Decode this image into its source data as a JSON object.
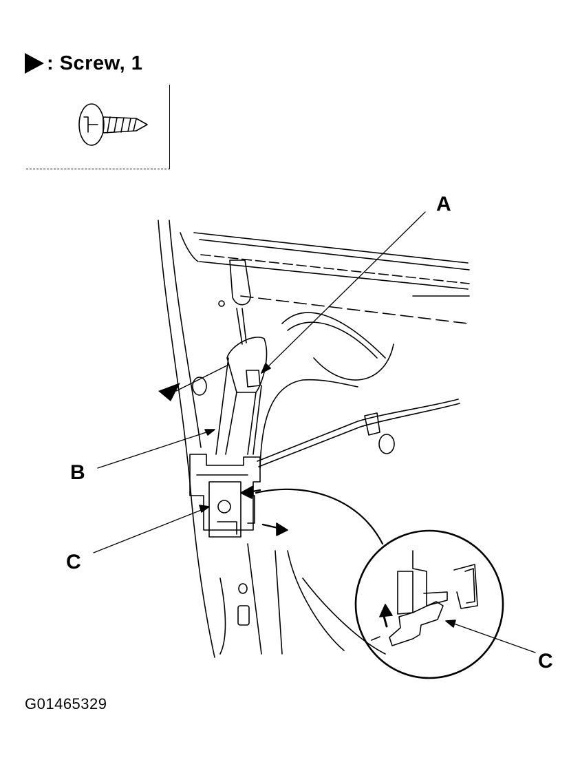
{
  "legend": {
    "label": ": Screw, 1",
    "icon": "filled-triangle-arrow"
  },
  "callouts": {
    "a": "A",
    "b": "B",
    "c_main": "C",
    "c_detail": "C"
  },
  "figure_code": "G01465329",
  "colors": {
    "ink": "#000000",
    "paper": "#ffffff"
  }
}
